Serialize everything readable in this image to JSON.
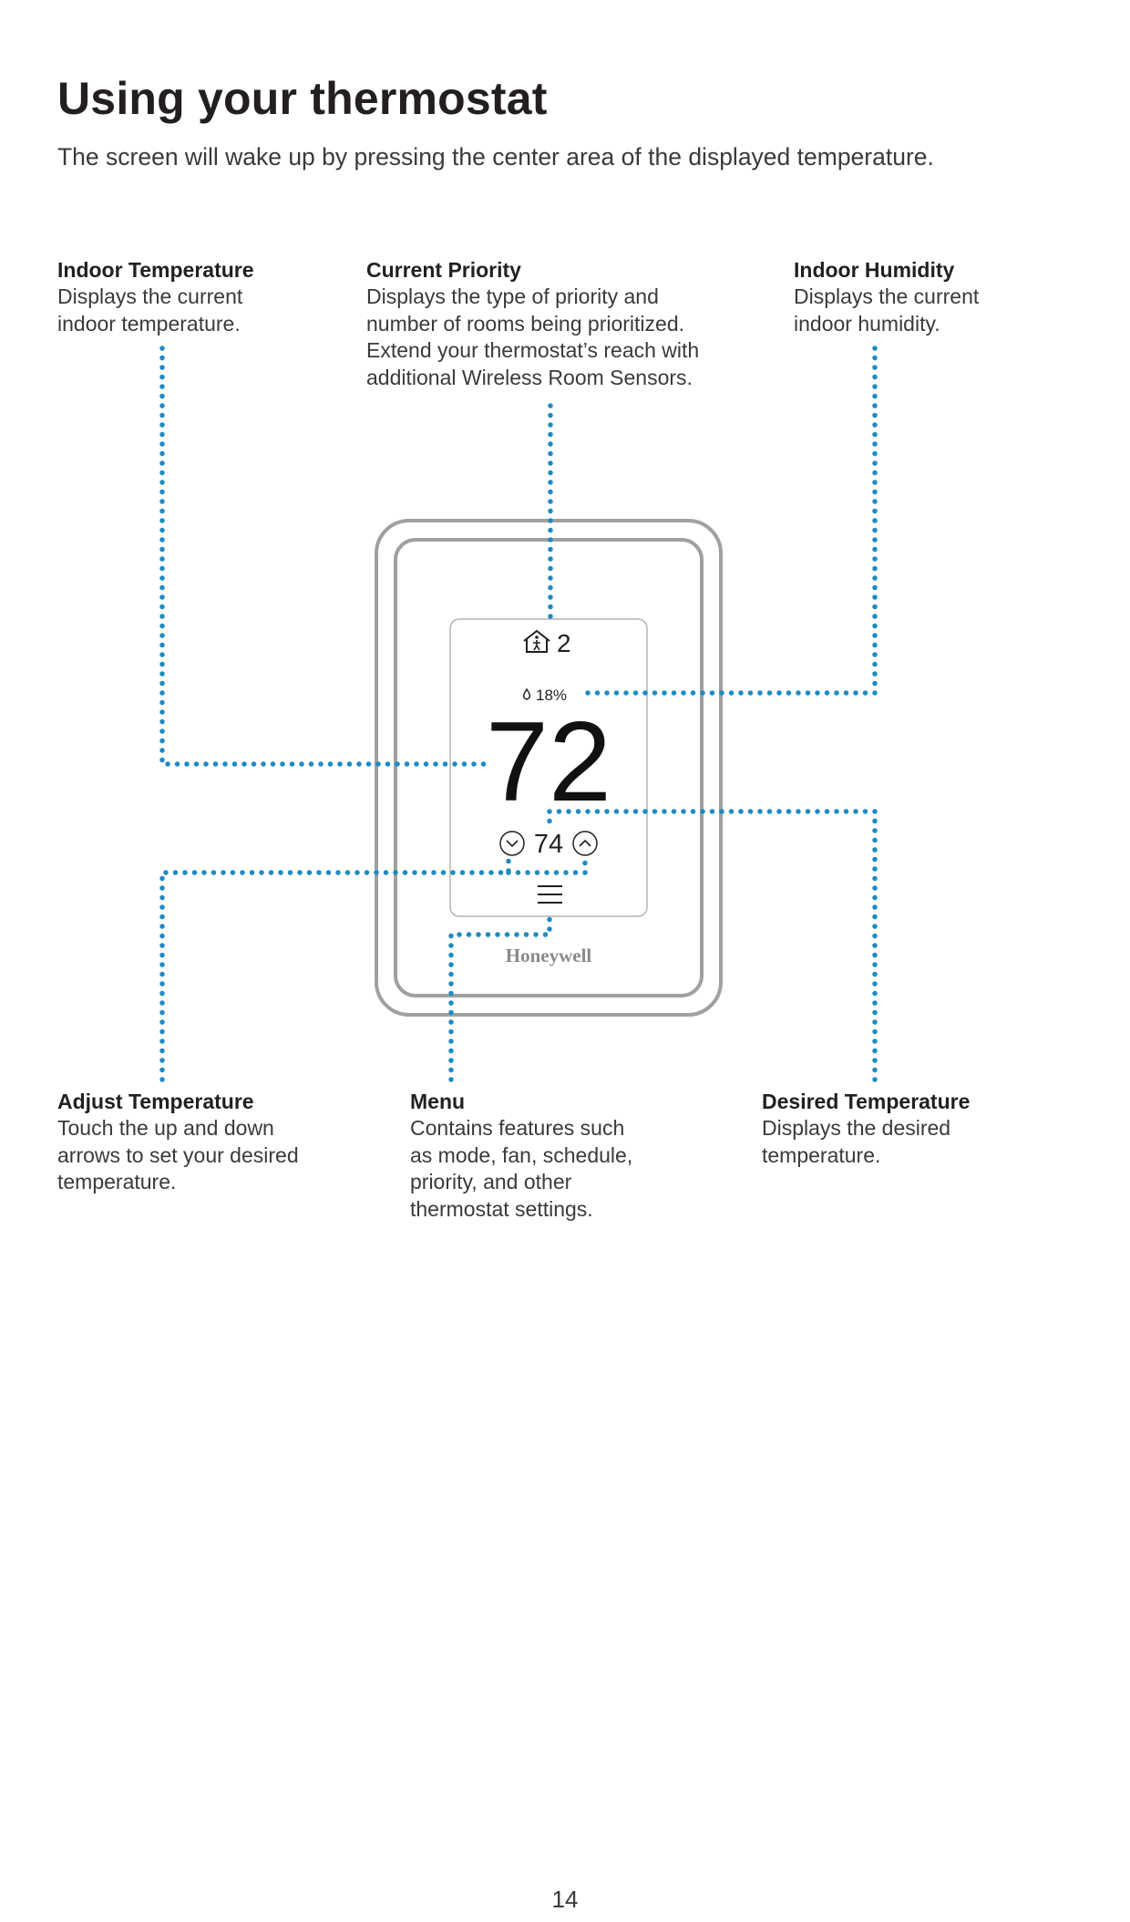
{
  "page": {
    "title": "Using your thermostat",
    "subtitle": "The screen will wake up by pressing the center area of the displayed temperature.",
    "page_number": "14"
  },
  "colors": {
    "callout_line": "#1e8bc3",
    "device_outline": "#a0a0a0",
    "screen_outline": "#b4b4b4",
    "text_dark": "#231f20",
    "text_body": "#3a3a3a"
  },
  "callouts": {
    "indoor_temperature": {
      "title": "Indoor Temperature",
      "lines": [
        "Displays the current",
        "indoor temperature."
      ]
    },
    "current_priority": {
      "title": "Current Priority",
      "lines": [
        "Displays the type of priority and",
        "number of rooms being prioritized.",
        "Extend your thermostat’s reach with",
        "additional Wireless Room Sensors."
      ]
    },
    "indoor_humidity": {
      "title": "Indoor Humidity",
      "lines": [
        "Displays the current",
        "indoor humidity."
      ]
    },
    "adjust_temperature": {
      "title": "Adjust Temperature",
      "lines": [
        "Touch the up and down",
        "arrows to set your desired",
        "temperature."
      ]
    },
    "menu": {
      "title": "Menu",
      "lines": [
        "Contains features such",
        "as mode, fan, schedule,",
        "priority, and other",
        "thermostat settings."
      ]
    },
    "desired_temperature": {
      "title": "Desired Temperature",
      "lines": [
        "Displays the desired",
        "temperature."
      ]
    }
  },
  "thermostat": {
    "priority_rooms": "2",
    "priority_icon": "home-person-icon",
    "humidity": "18%",
    "humidity_icon": "droplet-icon",
    "indoor_temp": "72",
    "setpoint": "74",
    "down_icon": "chevron-down-circle-icon",
    "up_icon": "chevron-up-circle-icon",
    "menu_icon": "hamburger-menu-icon",
    "brand": "Honeywell"
  }
}
